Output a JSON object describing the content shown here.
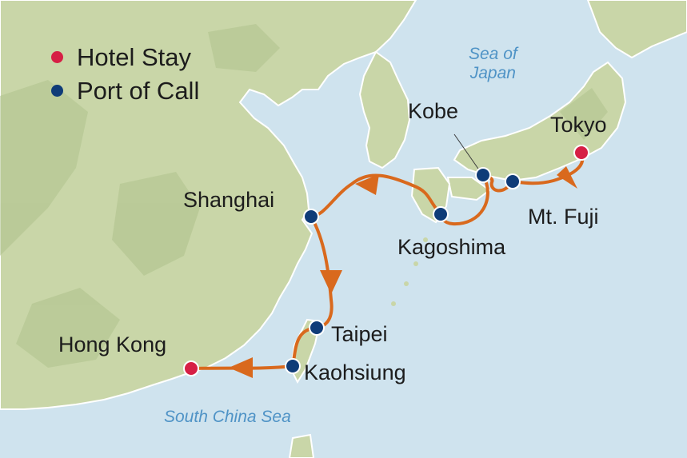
{
  "legend": {
    "hotel_label": "Hotel Stay",
    "port_label": "Port of Call",
    "hotel_color": "#d61f45",
    "port_color": "#0f3c78"
  },
  "seas": {
    "japan_line1": "Sea of",
    "japan_line2": "Japan",
    "south_china": "South China Sea"
  },
  "places": {
    "tokyo": "Tokyo",
    "mt_fuji": "Mt. Fuji",
    "kobe": "Kobe",
    "kagoshima": "Kagoshima",
    "shanghai": "Shanghai",
    "taipei": "Taipei",
    "kaohsiung": "Kaohsiung",
    "hong_kong": "Hong Kong"
  },
  "route": {
    "color": "#d9691d",
    "stops": [
      "Tokyo",
      "Mt. Fuji",
      "Kobe",
      "Kagoshima",
      "Shanghai",
      "Taipei",
      "Kaohsiung",
      "Hong Kong"
    ]
  },
  "colors": {
    "sea": "#cfe3ee",
    "land": "#c9d6a8",
    "land_dark": "#afc28c",
    "coast": "#ffffff"
  }
}
